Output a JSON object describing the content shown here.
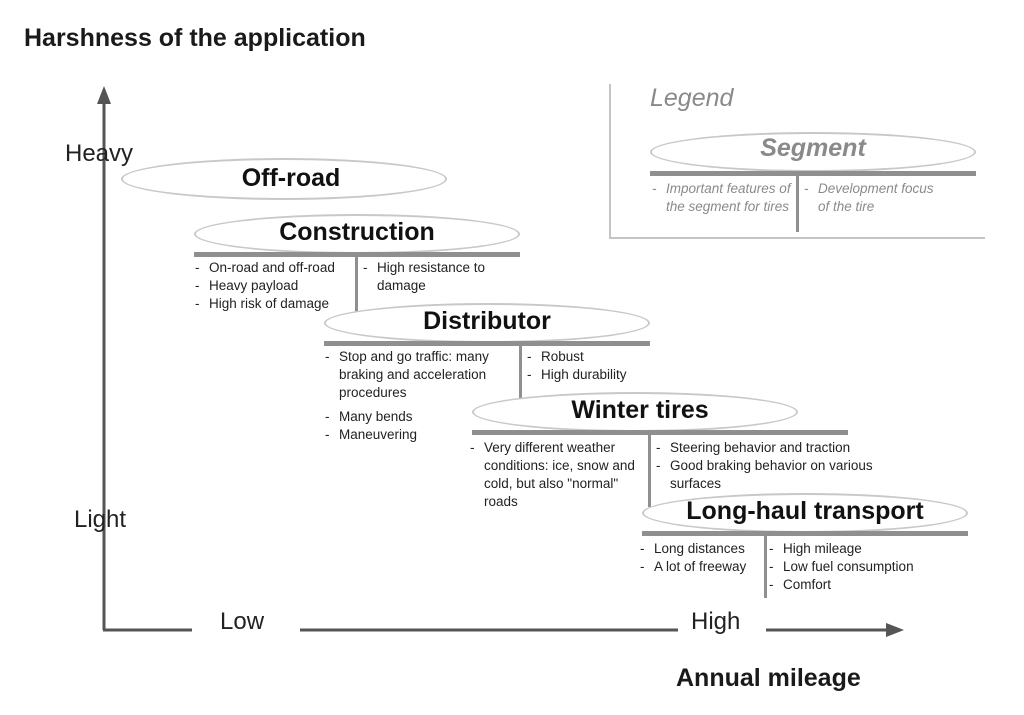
{
  "y_axis": {
    "title": "Harshness of the application",
    "heavy": "Heavy",
    "light": "Light"
  },
  "x_axis": {
    "title": "Annual mileage",
    "low": "Low",
    "high": "High"
  },
  "legend": {
    "title": "Legend",
    "segment": "Segment",
    "left": [
      "Important features of the segment for tires"
    ],
    "right": [
      "Development focus of the tire"
    ]
  },
  "segments": {
    "off_road": {
      "name": "Off-road"
    },
    "construction": {
      "name": "Construction",
      "features": [
        "On-road and off-road",
        "Heavy payload",
        "High risk of damage"
      ],
      "focus": [
        "High resistance to damage"
      ]
    },
    "distributor": {
      "name": "Distributor",
      "features": [
        "Stop and go traffic: many braking and acceleration procedures",
        "Many bends",
        "Maneuvering"
      ],
      "focus": [
        "Robust",
        "High durability"
      ]
    },
    "winter": {
      "name": "Winter tires",
      "features": [
        "Very different weather conditions: ice, snow and cold, but also \"normal\" roads"
      ],
      "focus": [
        "Steering behavior and traction",
        "Good braking behavior on various surfaces"
      ]
    },
    "longhaul": {
      "name": "Long-haul transport",
      "features": [
        "Long distances",
        "A lot of freeway"
      ],
      "focus": [
        "High mileage",
        "Low fuel consumption",
        "Comfort"
      ]
    }
  }
}
